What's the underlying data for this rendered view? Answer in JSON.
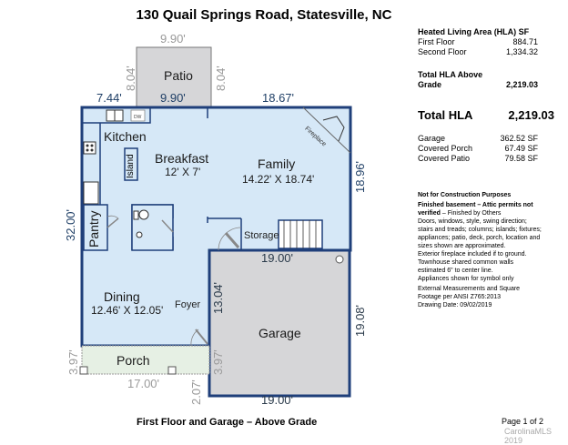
{
  "header": {
    "title": "130 Quail Springs Road, Statesville, NC"
  },
  "plan": {
    "colors": {
      "interior": "#d6e8f7",
      "wall": "#1f3f7a",
      "garage": "#d6d6d8",
      "patio": "#d6d6d8",
      "porch": "#e6f0e4",
      "dim_gray": "#9a9a9a"
    },
    "rooms": {
      "patio": "Patio",
      "kitchen": "Kitchen",
      "breakfast": "Breakfast",
      "breakfast_size": "12' X 7'",
      "family": "Family",
      "family_size": "14.22' X 18.74'",
      "pantry": "Pantry",
      "island": "Island",
      "storage": "Storage",
      "dining": "Dining",
      "dining_size": "12.46' X 12.05'",
      "foyer": "Foyer",
      "garage": "Garage",
      "porch": "Porch",
      "fireplace": "Fireplace",
      "dw": "DW"
    },
    "dimensions": {
      "patio_top": "9.90'",
      "patio_left": "8.04'",
      "patio_right": "8.04'",
      "top_left": "7.44'",
      "top_mid": "9.90'",
      "top_right": "18.67'",
      "left": "32.00'",
      "right_upper": "18.96'",
      "garage_top": "19.00'",
      "garage_left": "13.04'",
      "garage_right": "19.08'",
      "garage_bottom": "19.00'",
      "garage_lower_left": "3.97'",
      "porch_left": "3.97'",
      "porch_bottom": "17.00'",
      "porch_gap": "2.07'"
    }
  },
  "summary": {
    "hla_heading": "Heated Living Area (HLA) SF",
    "first_floor_label": "First Floor",
    "first_floor_value": "884.71",
    "second_floor_label": "Second Floor",
    "second_floor_value": "1,334.32",
    "total_above_label_1": "Total HLA Above",
    "total_above_label_2": "Grade",
    "total_above_value": "2,219.03",
    "total_hla_label": "Total HLA",
    "total_hla_value": "2,219.03",
    "garage_label": "Garage",
    "garage_value": "362.52 SF",
    "covered_porch_label": "Covered Porch",
    "covered_porch_value": "67.49 SF",
    "covered_patio_label": "Covered Patio",
    "covered_patio_value": "79.58 SF"
  },
  "notes": {
    "not_construction": "Not for Construction Purposes",
    "finished_bold": "Finished basement – Attic permits not verified",
    "finished_rest": " – Finished by Others",
    "lines": [
      "Doors, windows, style, swing direction;",
      "stairs and treads; columns; islands; fixtures;",
      "appliances; patio, deck, porch, location and",
      "sizes shown are approximated.",
      "Exterior fireplace included if to ground.",
      "Townhouse shared common walls",
      "estimated 6\" to center line.",
      "Appliances shown for symbol only"
    ],
    "ansi_lines": [
      "External Measurements and Square",
      "Footage per ANSI Z765:2013",
      "Drawing Date: 09/02/2019"
    ]
  },
  "footer": {
    "caption": "First Floor and Garage – Above Grade",
    "page": "Page 1 of 2",
    "watermark": "CarolinaMLS 2019"
  }
}
